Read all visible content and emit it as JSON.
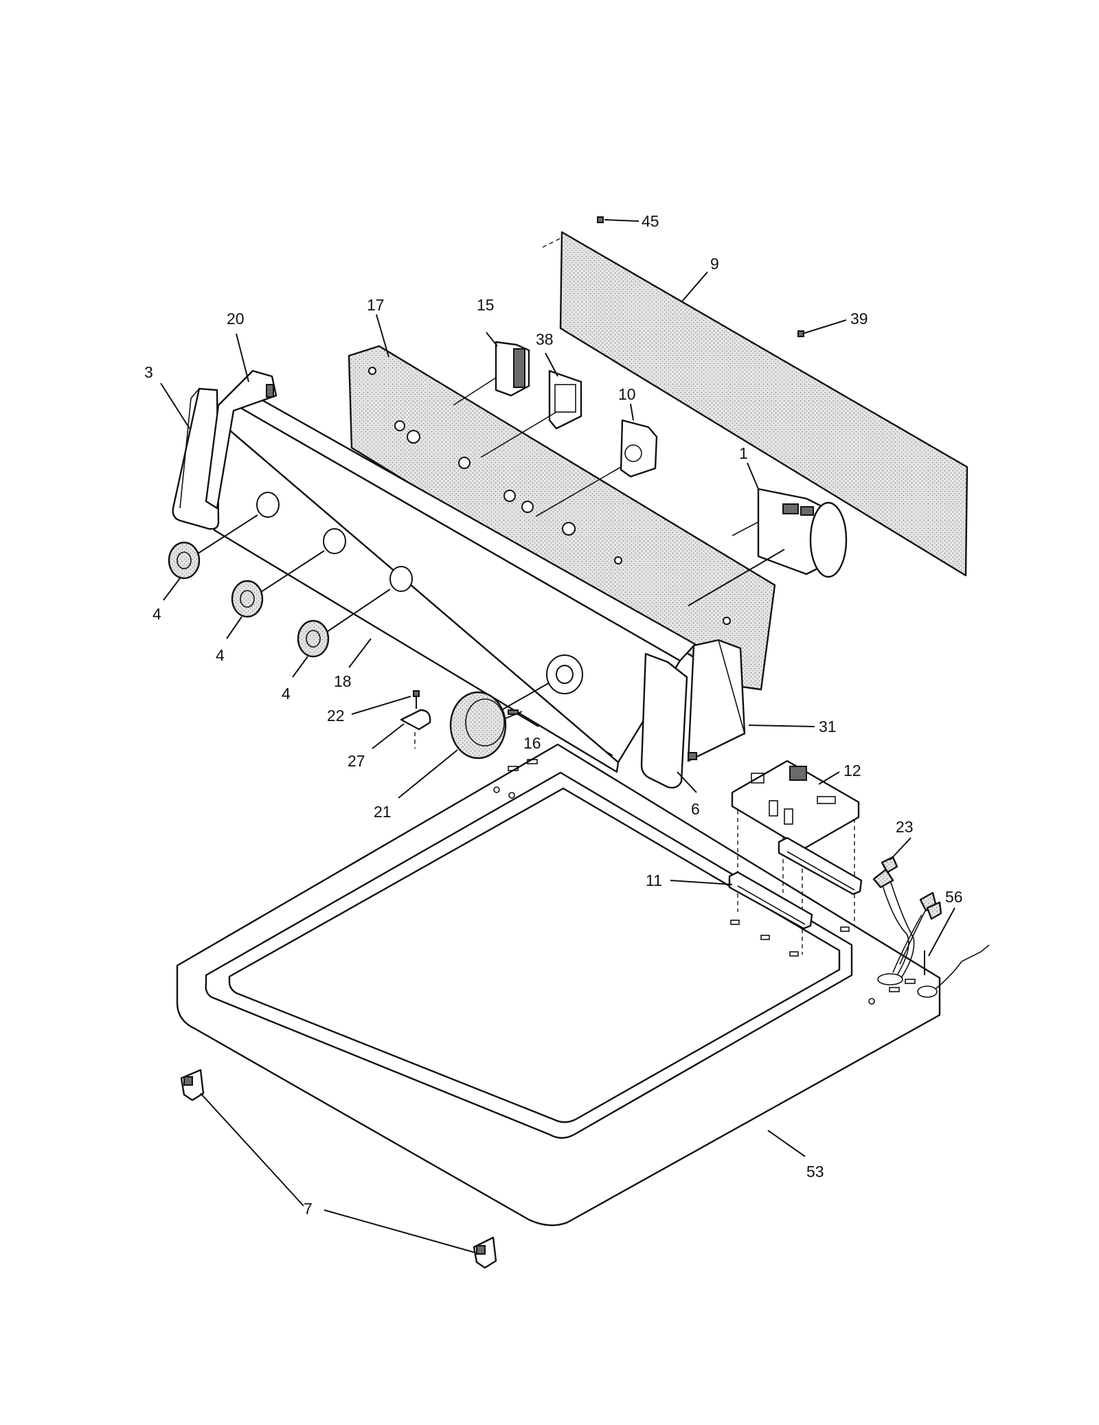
{
  "callouts": [
    {
      "id": "p45",
      "label": "45"
    },
    {
      "id": "p9",
      "label": "9"
    },
    {
      "id": "p39",
      "label": "39"
    },
    {
      "id": "p20",
      "label": "20"
    },
    {
      "id": "p17",
      "label": "17"
    },
    {
      "id": "p15",
      "label": "15"
    },
    {
      "id": "p38",
      "label": "38"
    },
    {
      "id": "p3",
      "label": "3"
    },
    {
      "id": "p10",
      "label": "10"
    },
    {
      "id": "p1",
      "label": "1"
    },
    {
      "id": "p4a",
      "label": "4"
    },
    {
      "id": "p4b",
      "label": "4"
    },
    {
      "id": "p4c",
      "label": "4"
    },
    {
      "id": "p18",
      "label": "18"
    },
    {
      "id": "p22",
      "label": "22"
    },
    {
      "id": "p16",
      "label": "16"
    },
    {
      "id": "p27",
      "label": "27"
    },
    {
      "id": "p31",
      "label": "31"
    },
    {
      "id": "p21",
      "label": "21"
    },
    {
      "id": "p12",
      "label": "12"
    },
    {
      "id": "p6",
      "label": "6"
    },
    {
      "id": "p23",
      "label": "23"
    },
    {
      "id": "p11",
      "label": "11"
    },
    {
      "id": "p56",
      "label": "56"
    },
    {
      "id": "p53",
      "label": "53"
    },
    {
      "id": "p7",
      "label": "7"
    }
  ]
}
